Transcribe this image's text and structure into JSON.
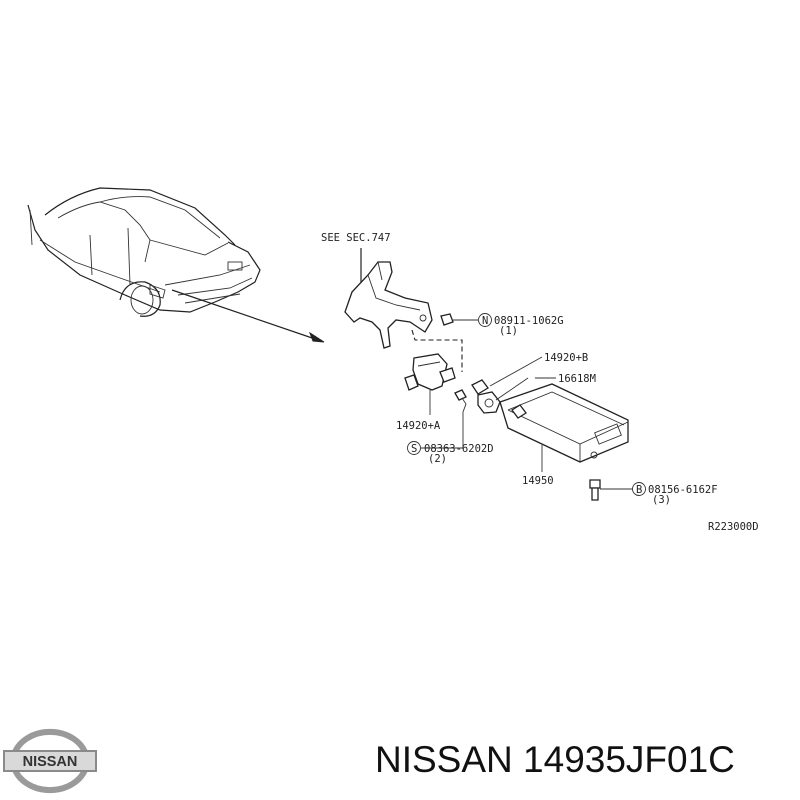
{
  "diagram": {
    "ref_note": "SEE SEC.747",
    "labels": {
      "bolt_a_part": "08911-1062G",
      "bolt_a_qty": "(1)",
      "bolt_a_symbol": "N",
      "valve_b": "14920+B",
      "hose": "16618M",
      "valve_a": "14920+A",
      "screw_part": "08363-6202D",
      "screw_qty": "(2)",
      "screw_symbol": "S",
      "canister": "14950",
      "bolt_b_part": "08156-6162F",
      "bolt_b_qty": "(3)",
      "bolt_b_symbol": "B",
      "drawing_code": "R223000D"
    }
  },
  "logo": {
    "text": "NISSAN"
  },
  "footer": {
    "part_number": "NISSAN 14935JF01C"
  }
}
